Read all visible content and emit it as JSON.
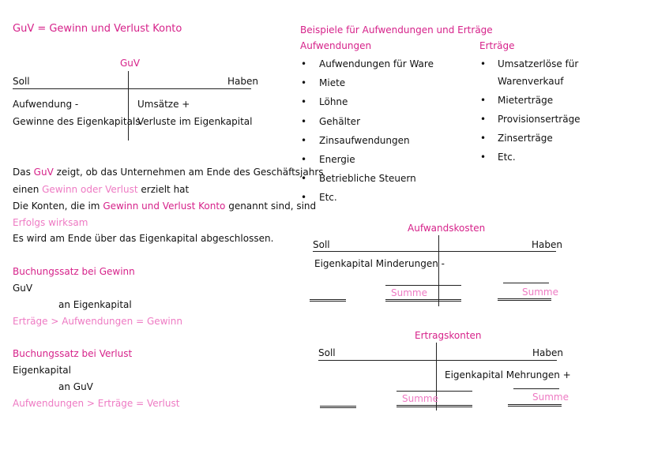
{
  "left": {
    "title": "GuV = Gewinn und Verlust Konto",
    "account": {
      "name": "GuV",
      "soll": "Soll",
      "haben": "Haben",
      "left_line1": "Aufwendung -",
      "left_line2": "Gewinne des Eigenkapitals",
      "right_line1": "Umsätze +",
      "right_line2": "Verluste im Eigenkapital"
    },
    "para": {
      "l1_a": "Das ",
      "l1_b": "GuV",
      "l1_c": " zeigt, ob das Unternehmen am Ende des Geschäftsjahrs",
      "l2_a": "einen ",
      "l2_b": "Gewinn oder Verlust",
      "l2_c": " erzielt hat",
      "l3_a": "Die Konten, die im ",
      "l3_b": "Gewinn und Verlust Konto",
      "l3_c": " genannt sind, sind",
      "l4": "Erfolgs wirksam",
      "l5": "Es wird am Ende über das Eigenkapital abgeschlossen."
    },
    "gewinn": {
      "heading": "Buchungssatz bei Gewinn",
      "line1": "GuV",
      "line2": "an Eigenkapital",
      "rule": "Erträge > Aufwendungen = Gewinn"
    },
    "verlust": {
      "heading": "Buchungssatz bei Verlust",
      "line1": "Eigenkapital",
      "line2": "an GuV",
      "rule": "Aufwendungen > Erträge = Verlust"
    }
  },
  "right": {
    "title": "Beispiele für Aufwendungen und Erträge",
    "aufwendungen": {
      "heading": "Aufwendungen",
      "items": [
        "Aufwendungen für Ware",
        "Miete",
        "Löhne",
        "Gehälter",
        "Zinsaufwendungen",
        "Energie",
        "Betriebliche Steuern",
        "Etc."
      ]
    },
    "ertraege": {
      "heading": "Erträge",
      "item1_line1": "Umsatzerlöse für",
      "item1_line2": "Warenverkauf",
      "items": [
        "Mieterträge",
        "Provisionserträge",
        "Zinserträge",
        "Etc."
      ]
    },
    "aufwandskosten": {
      "name": "Aufwandskosten",
      "soll": "Soll",
      "haben": "Haben",
      "text": "Eigenkapital Minderungen -",
      "summe_left": "Summe",
      "summe_right": "Summe"
    },
    "ertragskonten": {
      "name": "Ertragskonten",
      "soll": "Soll",
      "haben": "Haben",
      "text": "Eigenkapital Mehrungen +",
      "summe_left": "Summe",
      "summe_right": "Summe"
    }
  }
}
